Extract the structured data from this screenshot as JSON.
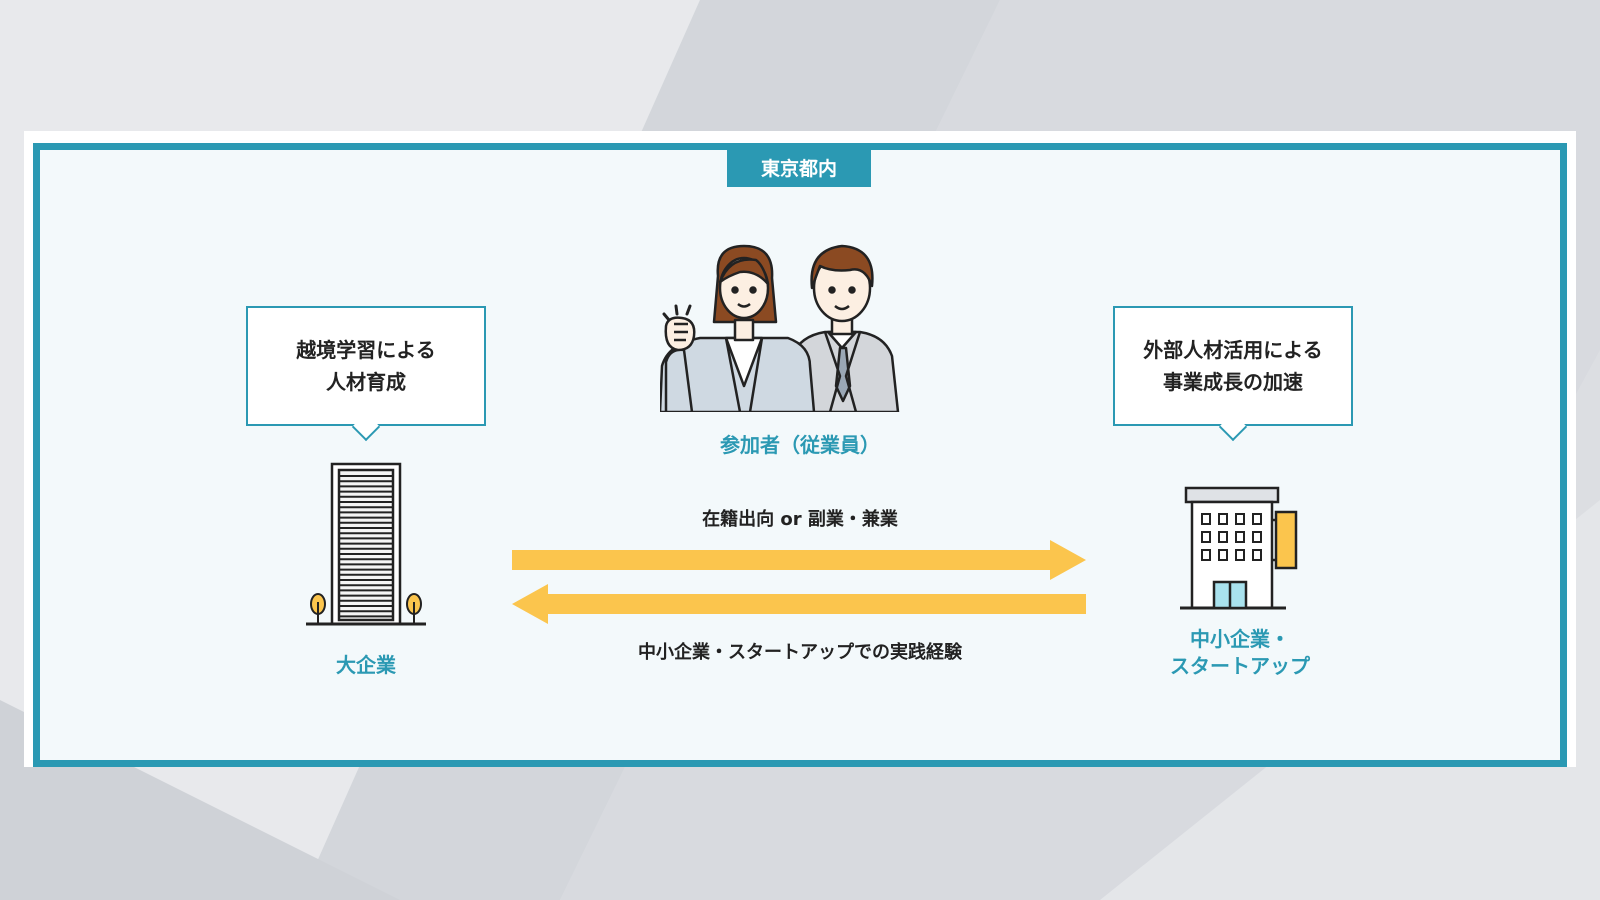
{
  "region": {
    "label": "東京都内"
  },
  "participants": {
    "label": "参加者（従業員）",
    "icon": "business-people-icon"
  },
  "large_company": {
    "label": "大企業",
    "icon": "skyscraper-icon",
    "bubble_lines": [
      "越境学習による",
      "人材育成"
    ]
  },
  "sme_startup": {
    "label_lines": [
      "中小企業・",
      "スタートアップ"
    ],
    "icon": "office-building-icon",
    "bubble_lines": [
      "外部人材活用による",
      "事業成長の加速"
    ]
  },
  "flows": {
    "forward_label": "在籍出向 or 副業・兼業",
    "backward_label": "中小企業・スタートアップでの実践経験"
  },
  "colors": {
    "accent": "#2b99b3",
    "arrow": "#fbc54d",
    "panel": "#f3f9fb"
  }
}
